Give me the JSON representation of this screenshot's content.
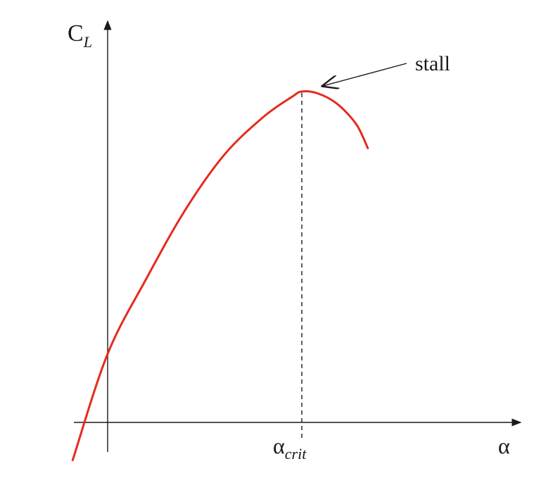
{
  "chart_data": {
    "type": "line",
    "title": "",
    "xlabel": "α",
    "ylabel": {
      "main": "C",
      "subscript": "L"
    },
    "xlim": [
      -0.2,
      2.2
    ],
    "ylim": [
      -0.12,
      1.2
    ],
    "grid": false,
    "legend": "none",
    "series": [
      {
        "color": "#e52a1e",
        "points": [
          [
            -0.18,
            -0.11
          ],
          [
            0.0,
            0.2
          ],
          [
            0.2,
            0.42
          ],
          [
            0.4,
            0.62
          ],
          [
            0.6,
            0.78
          ],
          [
            0.8,
            0.89
          ],
          [
            0.95,
            0.95
          ],
          [
            1.0,
            0.965
          ],
          [
            1.08,
            0.96
          ],
          [
            1.18,
            0.93
          ],
          [
            1.28,
            0.87
          ],
          [
            1.34,
            0.8
          ]
        ]
      }
    ],
    "annotations": {
      "critical": {
        "x": 1.0,
        "symbol": "α",
        "subscript": "crit",
        "line_style": "dashed"
      },
      "stall": {
        "text": "stall",
        "points_to": [
          1.0,
          0.965
        ]
      }
    }
  }
}
